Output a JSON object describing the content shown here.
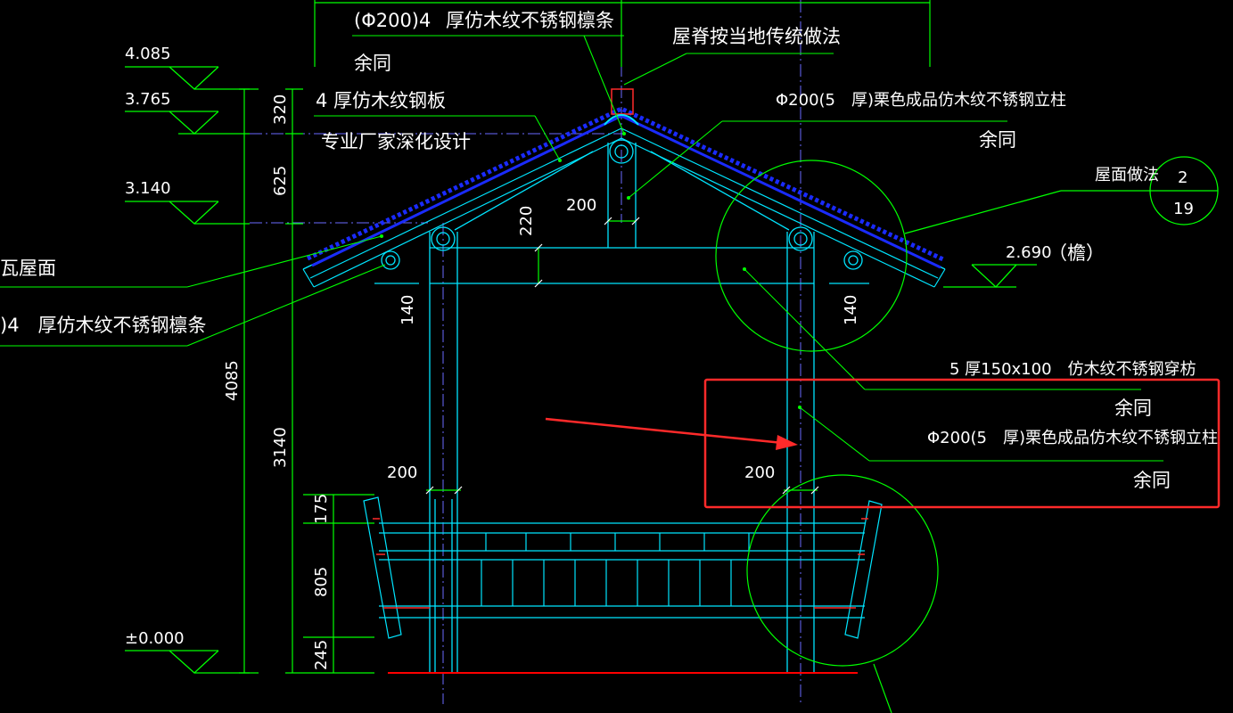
{
  "colors": {
    "background": "#000000",
    "structure": "#00e5ff",
    "roof_tile": "#1a2bff",
    "leader": "#00ff00",
    "dimension": "#00ff00",
    "highlight": "#ff2a2a",
    "ground": "#ff0000",
    "centerline": "#6a6aff",
    "text": "#ffffff"
  },
  "elevations": {
    "ridge": "4.085",
    "eave_top": "3.765",
    "beam": "3.140",
    "eave": "2.690",
    "eave_note": "（檐）",
    "ground": "±0.000"
  },
  "dimensions": {
    "d320": "320",
    "d625": "625",
    "d4085": "4085",
    "d3140": "3140",
    "d175": "175",
    "d805": "805",
    "d245": "245",
    "d220": "220",
    "d140_left": "140",
    "d140_right": "140",
    "d200_king": "200",
    "d200_left": "200",
    "d200_right": "200"
  },
  "labels": {
    "purlin_top_a": "(Φ200)4",
    "purlin_top_b": "厚仿木纹不锈钢檩条",
    "same_top": "余同",
    "ridge_note": "屋脊按当地传统做法",
    "steel_plate": "4 厚仿木纹钢板",
    "factory_design": "专业厂家深化设计",
    "column_top": "Φ200(5　厚)栗色成品仿木纹不锈钢立柱",
    "same_col_top": "余同",
    "roof_ref": "屋面做法",
    "detail_num": "2",
    "detail_sheet": "19",
    "tile_roof": "瓦屋面",
    "purlin_left": ")4　厚仿木纹不锈钢檩条",
    "tie_beam": "5 厚150x100　仿木纹不锈钢穿枋",
    "same_tie": "余同",
    "column_mid": "Φ200(5　厚)栗色成品仿木纹不锈钢立柱",
    "same_col_mid": "余同"
  }
}
